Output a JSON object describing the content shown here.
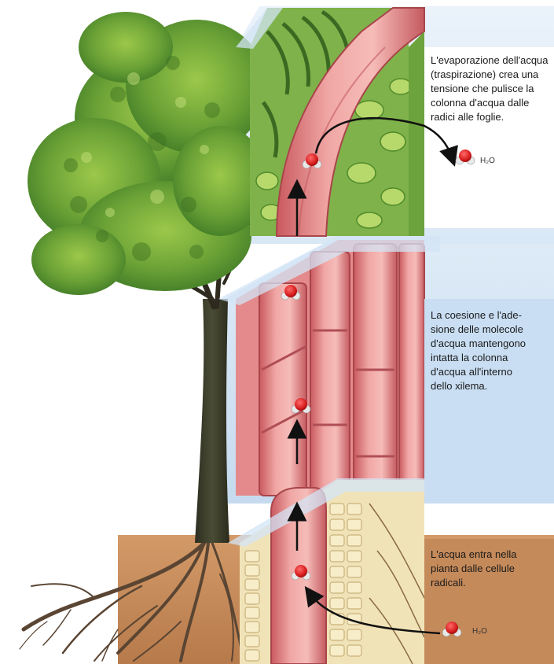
{
  "callouts": {
    "top": {
      "lines": [
        "L'evaporazione dell'acqua",
        "(traspirazione) crea una",
        "tensione che pulisce la",
        "colonna d'acqua dalle",
        "radici alle foglie."
      ]
    },
    "middle": {
      "lines": [
        "La coesione e l'ade-",
        "sione delle molecole",
        "d'acqua mantengono",
        "intatta la colonna",
        "d'acqua all'interno",
        "dello xilema."
      ]
    },
    "bottom": {
      "lines": [
        "L'acqua entra nella",
        "pianta dalle cellule",
        "radicali."
      ]
    }
  },
  "molecule_labels": {
    "top": "H₂O",
    "bottom": "H₂O"
  },
  "colors": {
    "sky_panel": "#c9def2",
    "soil": "#c58a5a",
    "xylem_wall": "#d9777d",
    "xylem_light": "#f2b3b3",
    "leaf_green": "#5f9e2f",
    "trunk": "#3c3f2a",
    "root": "#5a4533",
    "molecule_red": "#d62020"
  }
}
